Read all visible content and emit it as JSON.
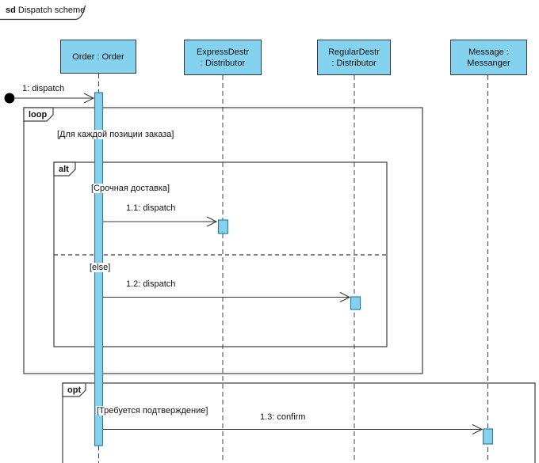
{
  "frame_label": {
    "keyword": "sd",
    "name": "Dispatch scheme"
  },
  "lifelines": [
    {
      "id": "order",
      "line1": "Order : Order",
      "line2": ""
    },
    {
      "id": "express",
      "line1": "ExpressDestr",
      "line2": ": Distributor"
    },
    {
      "id": "regular",
      "line1": "RegularDestr",
      "line2": ": Distributor"
    },
    {
      "id": "message",
      "line1": "Message :",
      "line2": "Messanger"
    }
  ],
  "fragments": {
    "loop": {
      "operator": "loop",
      "guard": "[Для каждой позиции заказа]"
    },
    "alt": {
      "operator": "alt",
      "guard1": "[Срочная доставка]",
      "guard2": "[else]"
    },
    "opt": {
      "operator": "opt",
      "guard": "[Требуется подтверждение]"
    }
  },
  "messages": [
    {
      "label": "1: dispatch"
    },
    {
      "label": "1.1: dispatch"
    },
    {
      "label": "1.2: dispatch"
    },
    {
      "label": "1.3: confirm"
    }
  ],
  "colors": {
    "shape_fill": "#85d2ef",
    "shape_border": "#2c3d49",
    "activation_border": "#2e7cae",
    "frame_border": "#3d3d3d",
    "line": "#333333",
    "background": "#ffffff"
  }
}
